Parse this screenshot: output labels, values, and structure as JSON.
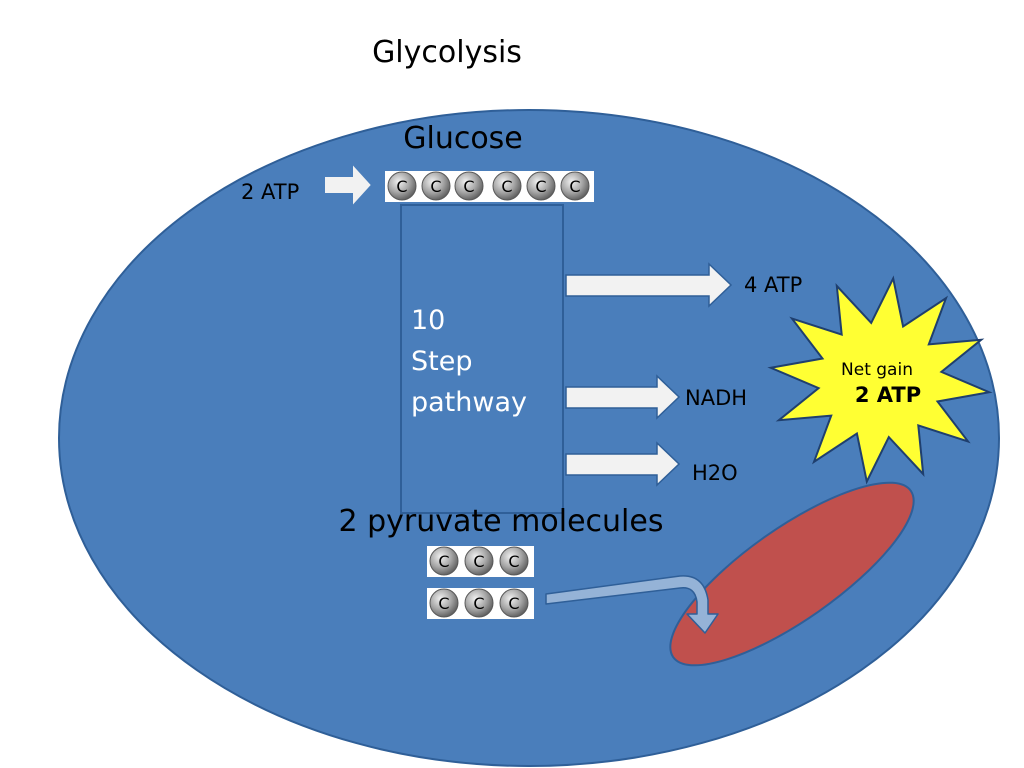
{
  "title": "Glycolysis",
  "glucose": {
    "label": "Glucose",
    "carbons": [
      "C",
      "C",
      "C",
      "C",
      "C",
      "C"
    ]
  },
  "input_atp": "2 ATP",
  "pathway": {
    "line1": "10",
    "line2": "Step",
    "line3": "pathway"
  },
  "outputs": {
    "atp": "4 ATP",
    "nadh": "NADH",
    "water": "H2O"
  },
  "net_gain": {
    "line1": "Net gain",
    "line2": "2 ATP"
  },
  "pyruvate": {
    "label": "2 pyruvate molecules",
    "molecule_1": [
      "C",
      "C",
      "C"
    ],
    "molecule_2": [
      "C",
      "C",
      "C"
    ]
  },
  "colors": {
    "cell": "#4a7ebb",
    "mitochondrion": "#c0504d",
    "burst": "#ffff33",
    "arrow": "#f2f2f2",
    "curved_arrow": "#95b3d7"
  }
}
